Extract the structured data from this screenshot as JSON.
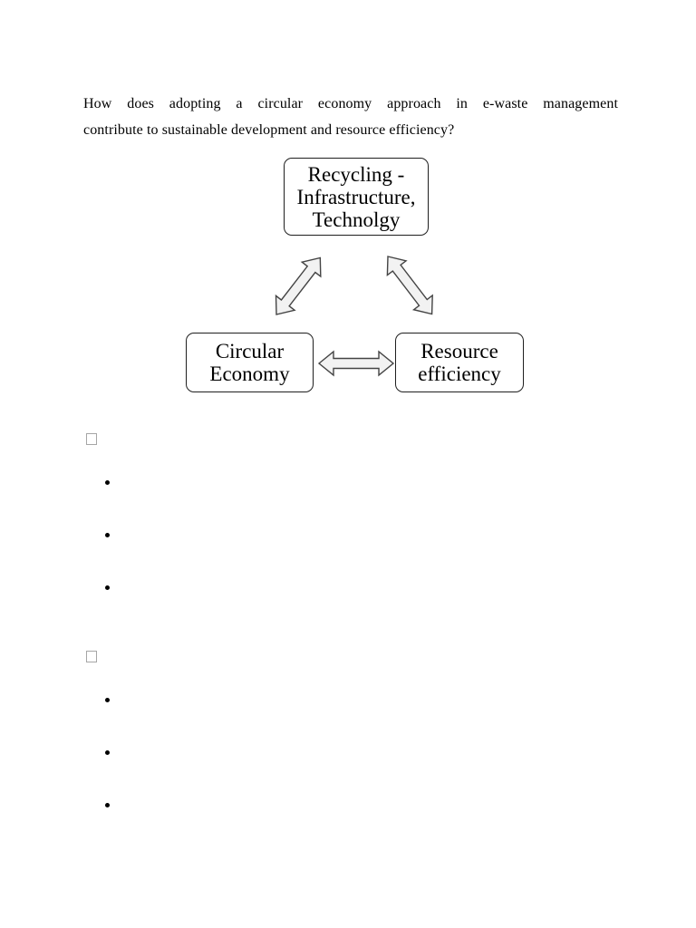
{
  "document": {
    "question": {
      "line1": "How does adopting a circular economy approach in e-waste management",
      "line2": "contribute to sustainable development and resource efficiency?"
    },
    "diagram": {
      "nodes": [
        {
          "id": "recycling-infrastructure-technology",
          "lines": [
            "Recycling -",
            "Infrastructure,",
            "Technolgy"
          ]
        },
        {
          "id": "circular-economy",
          "lines": [
            "Circular",
            "Economy"
          ]
        },
        {
          "id": "resource-efficiency",
          "lines": [
            "Resource",
            "efficiency"
          ]
        }
      ],
      "connectors": [
        {
          "from": "recycling-infrastructure-technology",
          "to": "circular-economy",
          "type": "double-headed-arrow"
        },
        {
          "from": "recycling-infrastructure-technology",
          "to": "resource-efficiency",
          "type": "double-headed-arrow"
        },
        {
          "from": "circular-economy",
          "to": "resource-efficiency",
          "type": "double-headed-arrow"
        }
      ],
      "colors": {
        "arrow_fill": "#f2f2f2",
        "arrow_stroke": "#444444",
        "box_border": "#1f1f1f",
        "box_fill": "#ffffff"
      }
    },
    "bullet_groups": [
      {
        "marker": "hollow-square",
        "sub_bullets": [
          "dot",
          "dot",
          "dot"
        ]
      },
      {
        "marker": "hollow-square",
        "sub_bullets": [
          "dot",
          "dot",
          "dot"
        ]
      }
    ],
    "colors": {
      "page_background": "#ffffff",
      "text": "#000000",
      "square_bullet_border": "#a6a6a6",
      "dot_bullet": "#000000"
    }
  }
}
